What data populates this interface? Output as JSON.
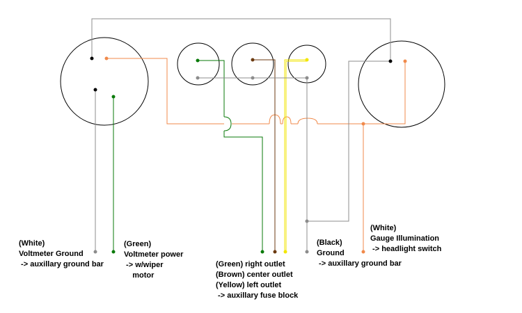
{
  "colors": {
    "white_wire": "#8c8c8c",
    "green_wire": "#0a7a0a",
    "brown_wire": "#6b3a10",
    "yellow_wire": "#f2e600",
    "orange_wire": "#f08a4b",
    "black_wire": "#8c8c8c",
    "outline": "#000000"
  },
  "labels": {
    "voltmeter_ground": {
      "line1": "(White)",
      "line2": "Voltmeter Ground",
      "line3": " -> auxillary ground bar"
    },
    "voltmeter_power": {
      "line1": "(Green)",
      "line2": "Voltmeter power",
      "line3": " -> w/wiper",
      "line4": "    motor"
    },
    "outlets": {
      "line1": "(Green) right outlet",
      "line2": "(Brown) center outlet",
      "line3": "(Yellow) left outlet",
      "line4": " -> auxillary fuse block"
    },
    "ground": {
      "line1": "(Black)",
      "line2": "Ground",
      "line3": " -> auxillary ground bar"
    },
    "illumination": {
      "line1": "(White)",
      "line2": "Gauge Illumination",
      "line3": " -> headlight switch"
    }
  }
}
